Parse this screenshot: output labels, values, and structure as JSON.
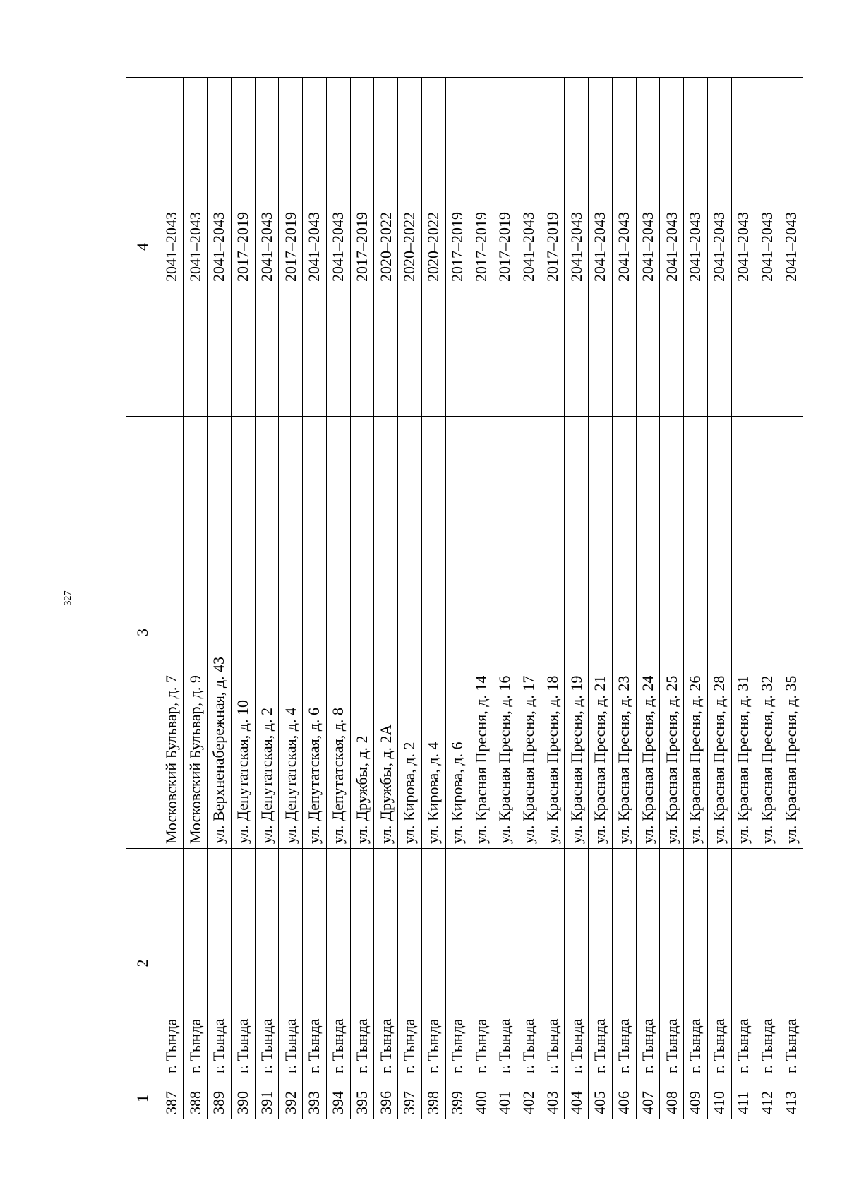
{
  "page_number": "327",
  "table": {
    "headers": [
      "1",
      "2",
      "3",
      "4"
    ],
    "rows": [
      [
        "387",
        "г. Тында",
        "Московский Бульвар, д. 7",
        "2041–2043"
      ],
      [
        "388",
        "г. Тында",
        "Московский Бульвар, д. 9",
        "2041–2043"
      ],
      [
        "389",
        "г. Тында",
        "ул. Верхненабережная, д. 43",
        "2041–2043"
      ],
      [
        "390",
        "г. Тында",
        "ул. Депутатская, д. 10",
        "2017–2019"
      ],
      [
        "391",
        "г. Тында",
        "ул. Депутатская, д. 2",
        "2041–2043"
      ],
      [
        "392",
        "г. Тында",
        "ул. Депутатская, д. 4",
        "2017–2019"
      ],
      [
        "393",
        "г. Тында",
        "ул. Депутатская, д. 6",
        "2041–2043"
      ],
      [
        "394",
        "г. Тында",
        "ул. Депутатская, д. 8",
        "2041–2043"
      ],
      [
        "395",
        "г. Тында",
        "ул. Дружбы, д. 2",
        "2017–2019"
      ],
      [
        "396",
        "г. Тында",
        "ул. Дружбы, д. 2А",
        "2020–2022"
      ],
      [
        "397",
        "г. Тында",
        "ул. Кирова, д. 2",
        "2020–2022"
      ],
      [
        "398",
        "г. Тында",
        "ул. Кирова, д. 4",
        "2020–2022"
      ],
      [
        "399",
        "г. Тында",
        "ул. Кирова, д. 6",
        "2017–2019"
      ],
      [
        "400",
        "г. Тында",
        "ул. Красная Пресня, д. 14",
        "2017–2019"
      ],
      [
        "401",
        "г. Тында",
        "ул. Красная Пресня, д. 16",
        "2017–2019"
      ],
      [
        "402",
        "г. Тында",
        "ул. Красная Пресня, д. 17",
        "2041–2043"
      ],
      [
        "403",
        "г. Тында",
        "ул. Красная Пресня, д. 18",
        "2017–2019"
      ],
      [
        "404",
        "г. Тында",
        "ул. Красная Пресня, д. 19",
        "2041–2043"
      ],
      [
        "405",
        "г. Тында",
        "ул. Красная Пресня, д. 21",
        "2041–2043"
      ],
      [
        "406",
        "г. Тында",
        "ул. Красная Пресня, д. 23",
        "2041–2043"
      ],
      [
        "407",
        "г. Тында",
        "ул. Красная Пресня, д. 24",
        "2041–2043"
      ],
      [
        "408",
        "г. Тында",
        "ул. Красная Пресня, д. 25",
        "2041–2043"
      ],
      [
        "409",
        "г. Тында",
        "ул. Красная Пресня, д. 26",
        "2041–2043"
      ],
      [
        "410",
        "г. Тында",
        "ул. Красная Пресня, д. 28",
        "2041–2043"
      ],
      [
        "411",
        "г. Тында",
        "ул. Красная Пресня, д. 31",
        "2041–2043"
      ],
      [
        "412",
        "г. Тында",
        "ул. Красная Пресня, д. 32",
        "2041–2043"
      ],
      [
        "413",
        "г. Тында",
        "ул. Красная Пресня, д. 35",
        "2041–2043"
      ]
    ]
  }
}
